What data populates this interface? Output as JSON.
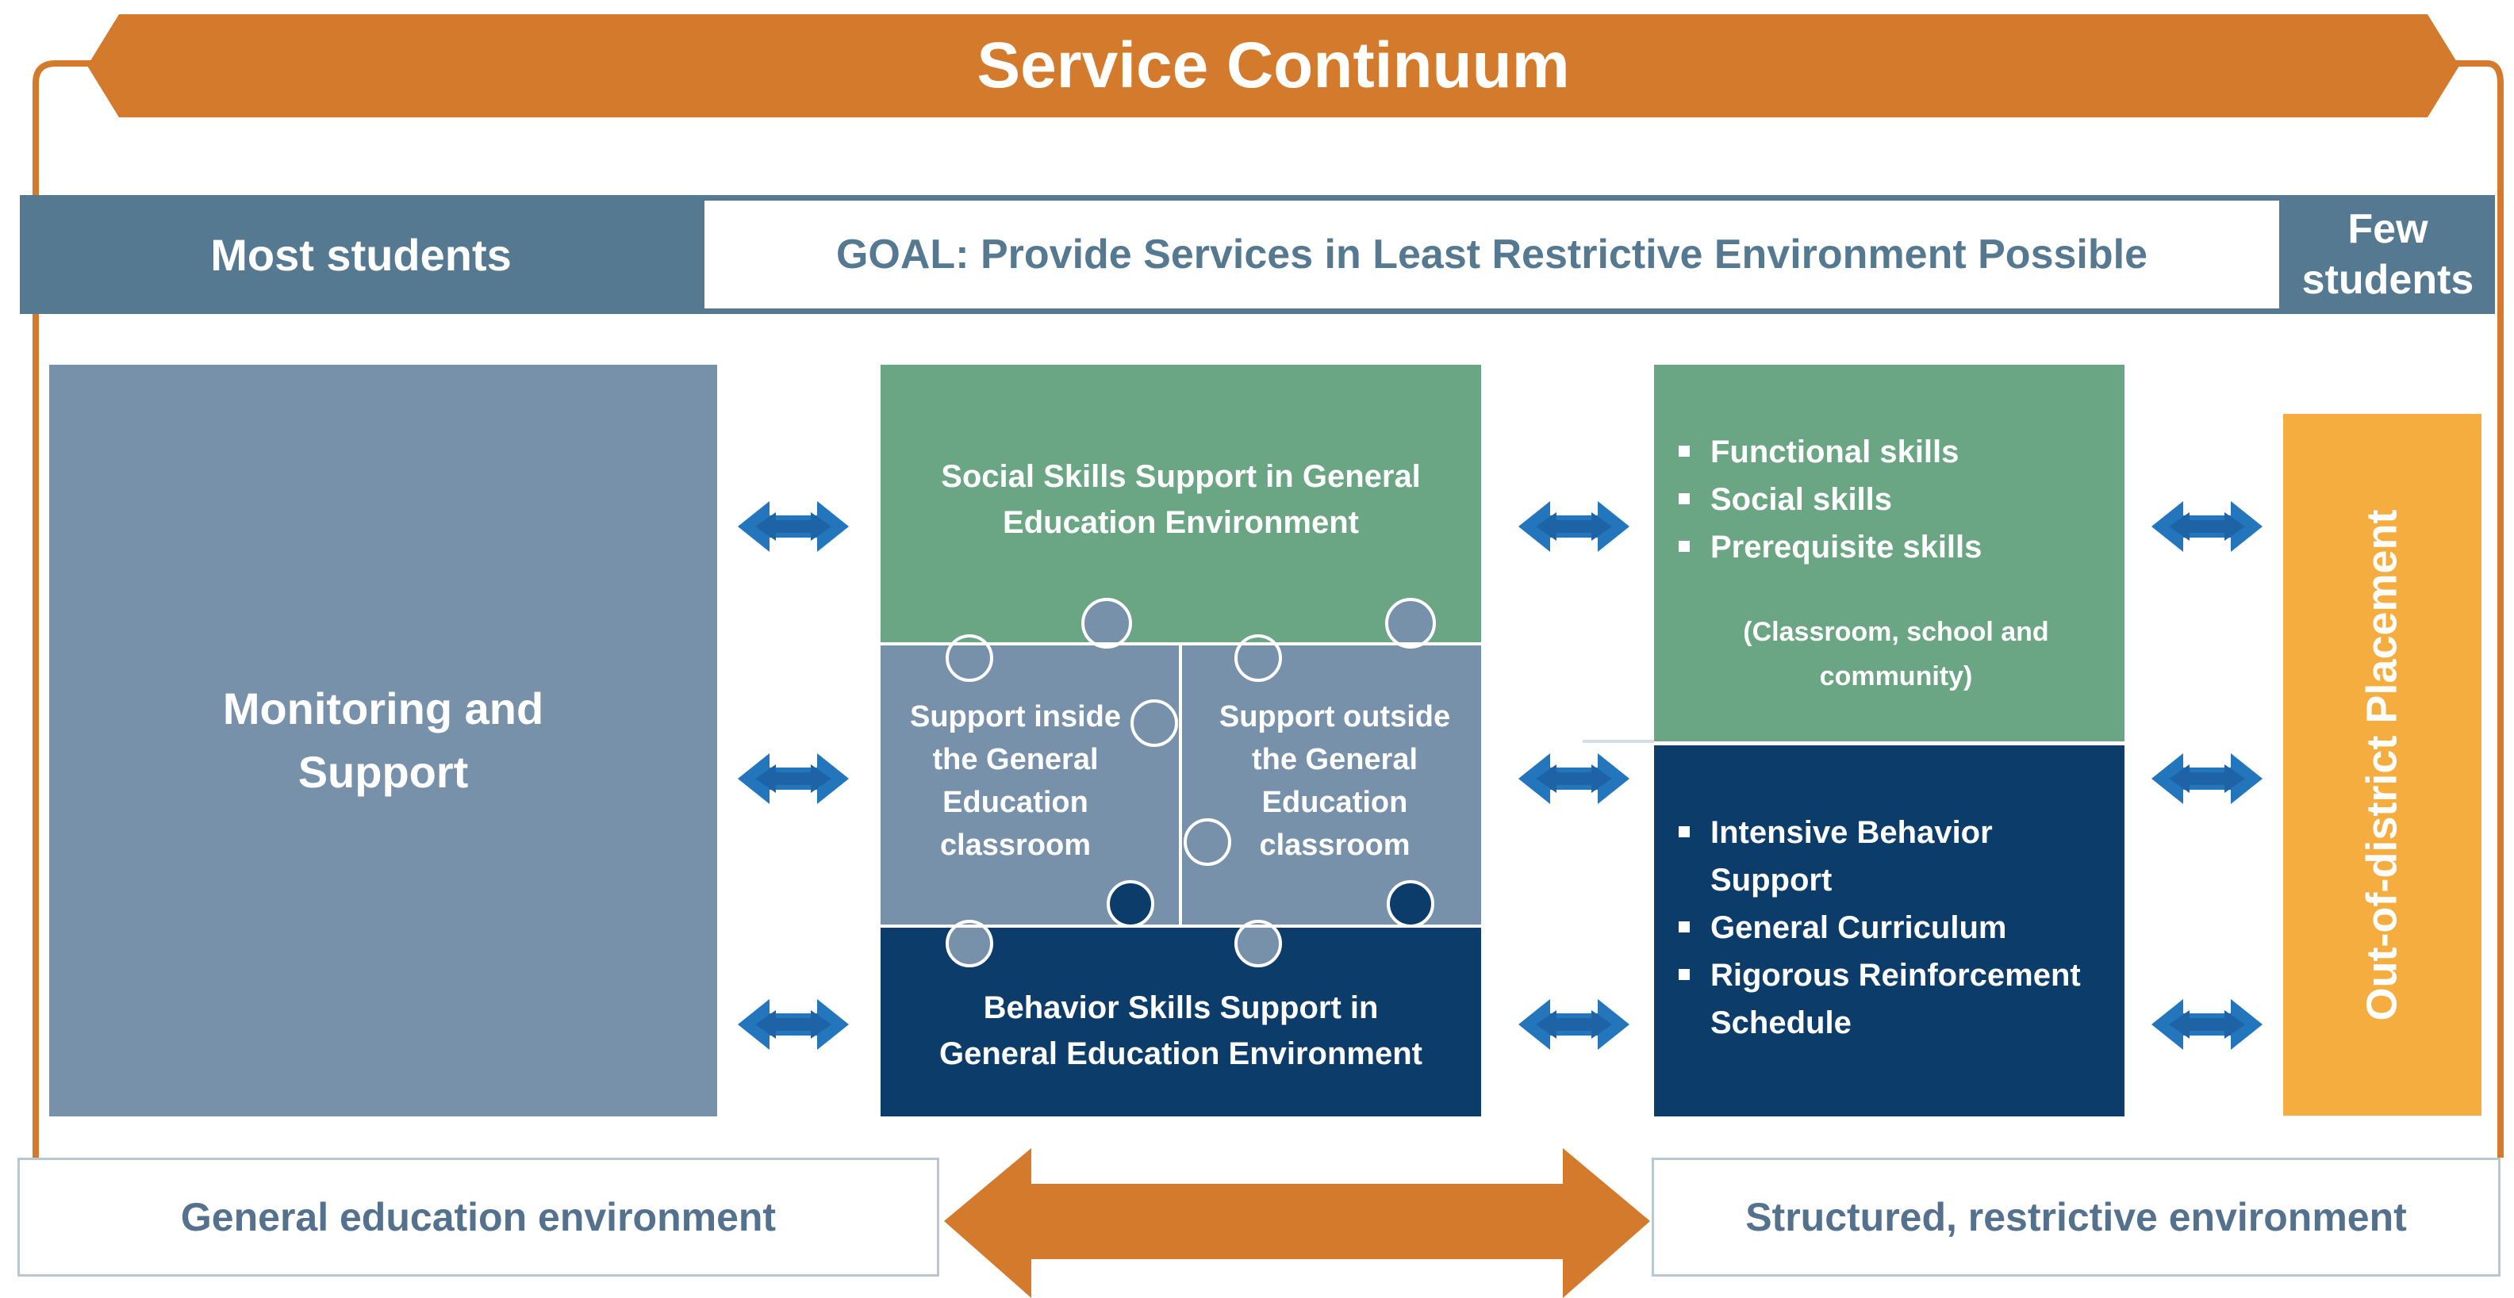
{
  "title": "Service Continuum",
  "header": {
    "left": "Most students",
    "goal": "GOAL: Provide Services in Least Restrictive Environment Possible",
    "right": [
      "Few",
      "students"
    ]
  },
  "monitoring": [
    "Monitoring and",
    "Support"
  ],
  "puzzle": {
    "top": [
      "Social Skills Support in General",
      "Education Environment"
    ],
    "inside": [
      "Support inside",
      "the General",
      "Education",
      "classroom"
    ],
    "outside": [
      "Support outside",
      "the General",
      "Education",
      "classroom"
    ],
    "bottom": [
      "Behavior Skills Support in",
      "General Education Environment"
    ]
  },
  "skills_box": {
    "items": [
      "Functional skills",
      "Social skills",
      "Prerequisite skills"
    ],
    "note": [
      "(Classroom, school and",
      "community)"
    ]
  },
  "behavior_box": {
    "items": [
      [
        "Intensive Behavior",
        "Support"
      ],
      [
        "General Curriculum"
      ],
      [
        "Rigorous Reinforcement",
        "Schedule"
      ]
    ]
  },
  "placement": "Out-of-district Placement",
  "footer": {
    "left": "General education environment",
    "right": "Structured, restrictive environment"
  },
  "colors": {
    "orange": "#d37a2c",
    "slate": "#557991",
    "monitor": "#7891aa",
    "green": "#6aa584",
    "navy": "#0c3c6a",
    "placement": "#f6ad3f",
    "arrow_blue": "#2476bc",
    "footer_text": "#54718d"
  }
}
